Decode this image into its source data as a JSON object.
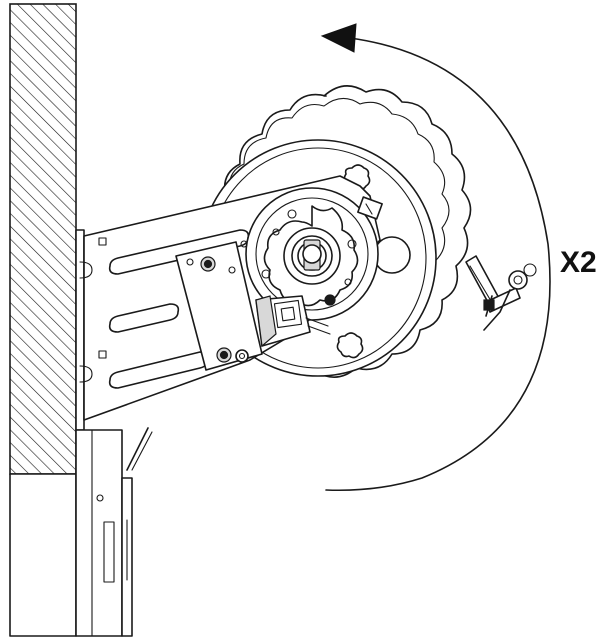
{
  "instruction": {
    "repeat_label": "X2"
  },
  "arrow": {
    "direction": "counterclockwise"
  },
  "colors": {
    "line": "#1a1a1a",
    "background": "#ffffff"
  },
  "icons": [
    "rotation-arrow-icon",
    "knob-icon",
    "wall-hatch",
    "spring-pin-icon"
  ]
}
